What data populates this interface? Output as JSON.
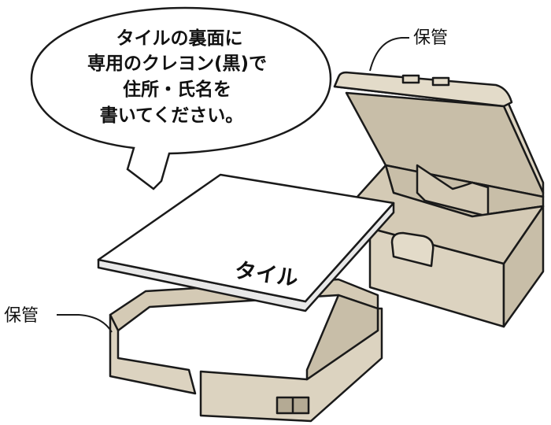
{
  "colors": {
    "box_fill": "#dcd3c0",
    "box_shade": "#c8bea8",
    "box_dark": "#b4aa94",
    "tile_fill": "#ffffff",
    "outline": "#1a1a1a"
  },
  "bubble": {
    "lines": [
      "タイルの裏面に",
      "専用のクレヨン(黒)で",
      "住所・氏名を",
      "書いてください。"
    ]
  },
  "labels": {
    "storage_top": "保管",
    "storage_left": "保管",
    "tile": "タイル"
  }
}
